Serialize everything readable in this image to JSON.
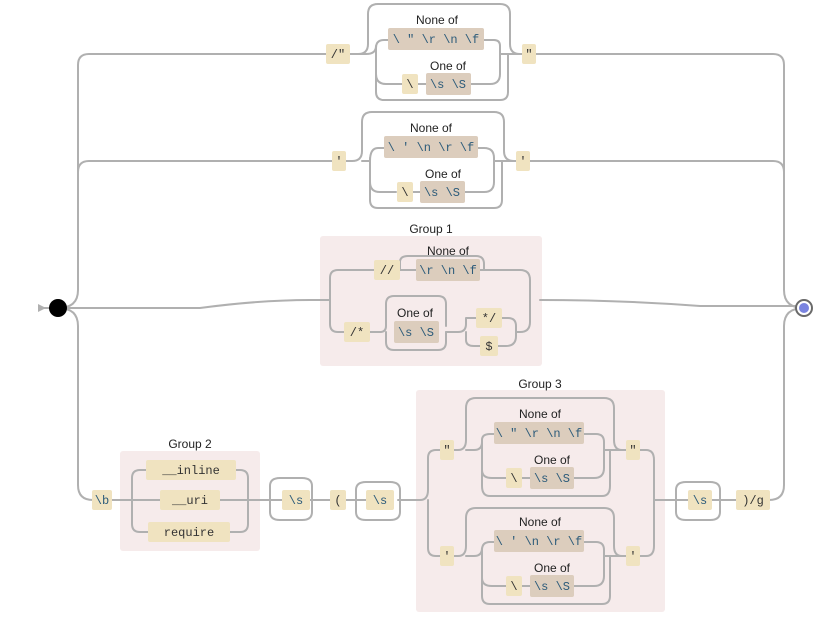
{
  "diagram": {
    "colors": {
      "literal_box": "#f0e3c0",
      "class_box": "#dccdbd",
      "group_bg": "#f6ebeb",
      "wire": "#b0b0b0",
      "end_marker": "#7a84e0"
    },
    "branch1": {
      "open": "/\"",
      "none_of_label": "None of",
      "none_of_items": "\\ \" \\r \\n \\f",
      "one_of_label": "One of",
      "escape": "\\",
      "one_of_items": "\\s \\S",
      "close": "\""
    },
    "branch2": {
      "open": "'",
      "none_of_label": "None of",
      "none_of_items": "\\ ' \\n \\r \\f",
      "one_of_label": "One of",
      "escape": "\\",
      "one_of_items": "\\s \\S",
      "close": "'"
    },
    "group1": {
      "label": "Group 1",
      "line_comment": "//",
      "none_of_label": "None of",
      "none_of_items": "\\r \\n \\f",
      "block_comment": "/*",
      "one_of_label": "One of",
      "one_of_items": "\\s \\S",
      "block_end": "*/",
      "end_anchor": "$"
    },
    "branch4": {
      "word_boundary": "\\b",
      "group2_label": "Group 2",
      "group2_options": [
        "__inline",
        "__uri",
        "require"
      ],
      "ws1": "\\s",
      "paren_open": "(",
      "ws2": "\\s",
      "group3_label": "Group 3",
      "dq": {
        "open": "\"",
        "none_of_label": "None of",
        "none_of_items": "\\ \" \\r \\n \\f",
        "one_of_label": "One of",
        "escape": "\\",
        "one_of_items": "\\s \\S",
        "close": "\""
      },
      "sq": {
        "open": "'",
        "none_of_label": "None of",
        "none_of_items": "\\ ' \\n \\r \\f",
        "one_of_label": "One of",
        "escape": "\\",
        "one_of_items": "\\s \\S",
        "close": "'"
      },
      "ws3": "\\s",
      "tail": ")/g"
    }
  }
}
